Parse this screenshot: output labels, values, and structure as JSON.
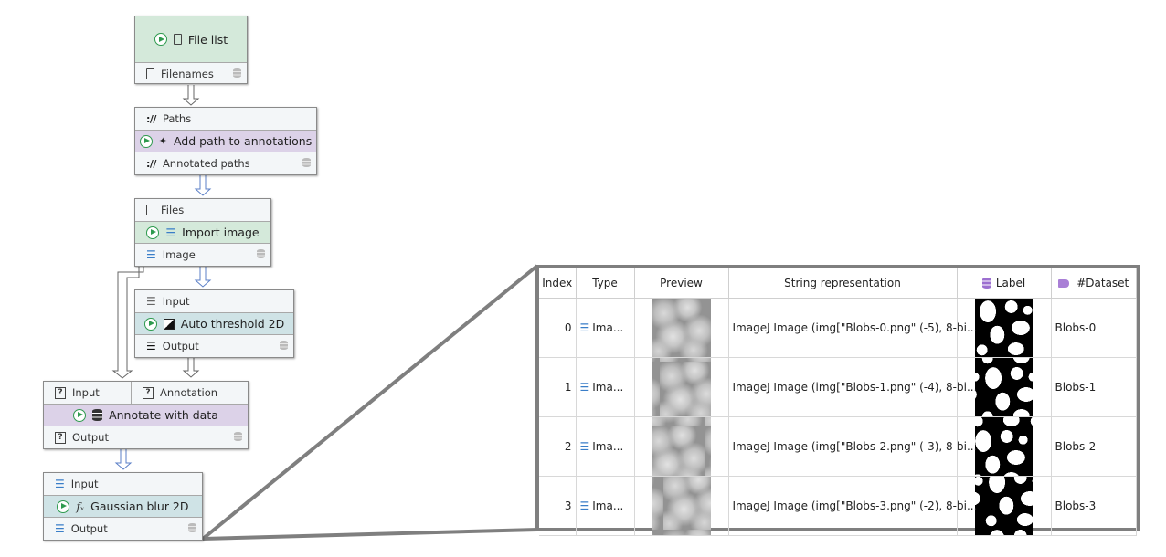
{
  "nodes": {
    "file_list": {
      "title": "File list",
      "output": "Filenames"
    },
    "add_path": {
      "input": "Paths",
      "title": "Add path to annotations",
      "output": "Annotated paths"
    },
    "import_image": {
      "input": "Files",
      "title": "Import image",
      "output": "Image"
    },
    "auto_threshold": {
      "input": "Input",
      "title": "Auto threshold 2D",
      "output": "Output"
    },
    "annotate": {
      "input1": "Input",
      "input2": "Annotation",
      "title": "Annotate with data",
      "output": "Output"
    },
    "gaussian": {
      "input": "Input",
      "title": "Gaussian blur 2D",
      "output": "Output"
    }
  },
  "table": {
    "headers": [
      "Index",
      "Type",
      "Preview",
      "String representation",
      "Label",
      "#Dataset"
    ],
    "rows": [
      {
        "index": "0",
        "type": "Ima...",
        "string": "ImageJ Image (img[\"Blobs-0.png\" (-5), 8-bi...",
        "dataset": "Blobs-0"
      },
      {
        "index": "1",
        "type": "Ima...",
        "string": "ImageJ Image (img[\"Blobs-1.png\" (-4), 8-bi...",
        "dataset": "Blobs-1"
      },
      {
        "index": "2",
        "type": "Ima...",
        "string": "ImageJ Image (img[\"Blobs-2.png\" (-3), 8-bi...",
        "dataset": "Blobs-2"
      },
      {
        "index": "3",
        "type": "Ima...",
        "string": "ImageJ Image (img[\"Blobs-3.png\" (-2), 8-bi...",
        "dataset": "Blobs-3"
      }
    ]
  },
  "colors": {
    "accent_green": "#2e9a4e",
    "edge_blue": "#5b7fc7",
    "edge_gray": "#666666",
    "frame": "#7f7f7f"
  },
  "icons": [
    "play-icon",
    "file-icon",
    "path-icon",
    "database-icon",
    "layers-icon",
    "threshold-icon",
    "function-icon",
    "question-icon",
    "tag-icon"
  ]
}
